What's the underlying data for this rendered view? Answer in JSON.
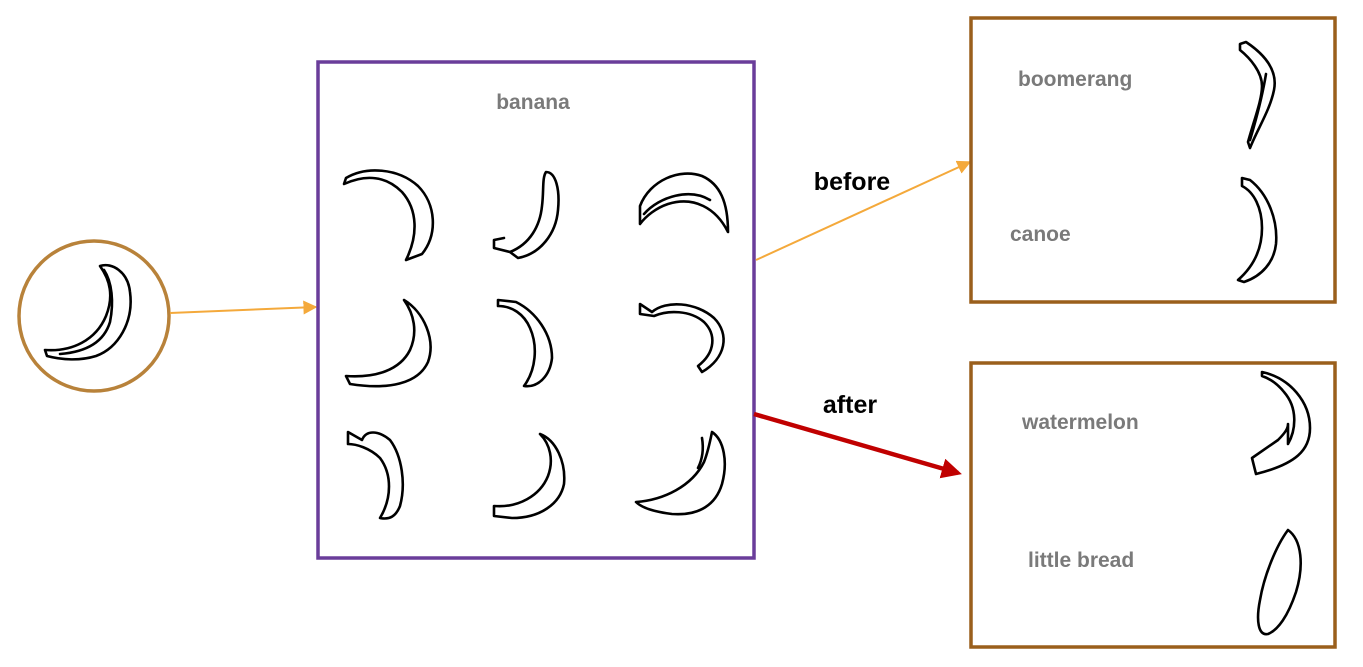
{
  "colors": {
    "input_circle": "#b8823a",
    "center_box": "#6a3d9a",
    "result_boxes": "#9a5f1c",
    "before_arrow": "#f4a93b",
    "after_arrow": "#c00000",
    "label_gray": "#7a7a7a"
  },
  "input": {
    "icon": "banana-sketch-icon"
  },
  "center": {
    "label": "banana",
    "sketches": [
      "banana-sketch-icon",
      "banana-sketch-icon",
      "banana-sketch-icon",
      "banana-sketch-icon",
      "banana-sketch-icon",
      "banana-sketch-icon",
      "banana-sketch-icon",
      "banana-sketch-icon",
      "banana-sketch-icon"
    ]
  },
  "before": {
    "label": "before",
    "results": [
      {
        "label": "boomerang",
        "icon": "boomerang-sketch-icon"
      },
      {
        "label": "canoe",
        "icon": "canoe-sketch-icon"
      }
    ]
  },
  "after": {
    "label": "after",
    "results": [
      {
        "label": "watermelon",
        "icon": "watermelon-sketch-icon"
      },
      {
        "label": "little bread",
        "icon": "little-bread-sketch-icon"
      }
    ]
  }
}
